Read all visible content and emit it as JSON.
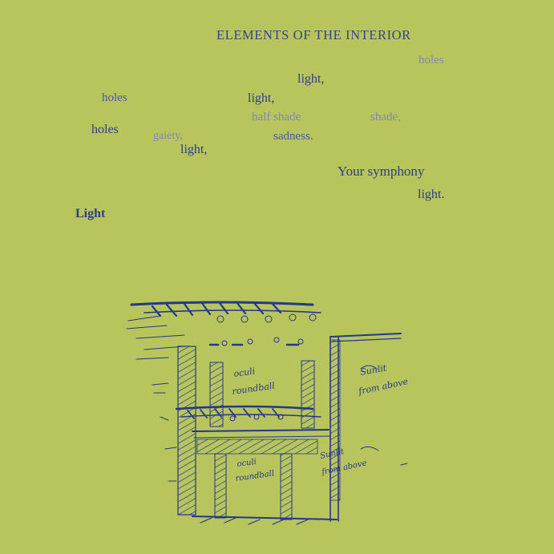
{
  "title": "ELEMENTS OF THE INTERIOR",
  "words": {
    "holes_top_right": "holes",
    "light_1": "light,",
    "holes_left": "holes",
    "light_2": "light,",
    "half_shade": "half shade",
    "shade": "shade,",
    "holes_left_2": "holes",
    "gaiety": "gaiety,",
    "sadness": "sadness.",
    "light_3": "light,",
    "your_symphony": "Your symphony",
    "light_4": "light.",
    "light_bold": "Light"
  },
  "sketch": {
    "icon": "architectural-sketch",
    "ink_color": "#24388a",
    "annotation_upper_a": "oculi",
    "annotation_upper_b": "roundball",
    "annotation_right_a": "Sunlit",
    "annotation_right_b": "from above",
    "annotation_lower_a": "oculi",
    "annotation_lower_b": "roundball",
    "annotation_lower_right_a": "Sunlit",
    "annotation_lower_right_b": "from above"
  },
  "colors": {
    "background": "#b8c45c",
    "text_dark": "#2c3f86",
    "text_faint": "#7f8bb4"
  }
}
